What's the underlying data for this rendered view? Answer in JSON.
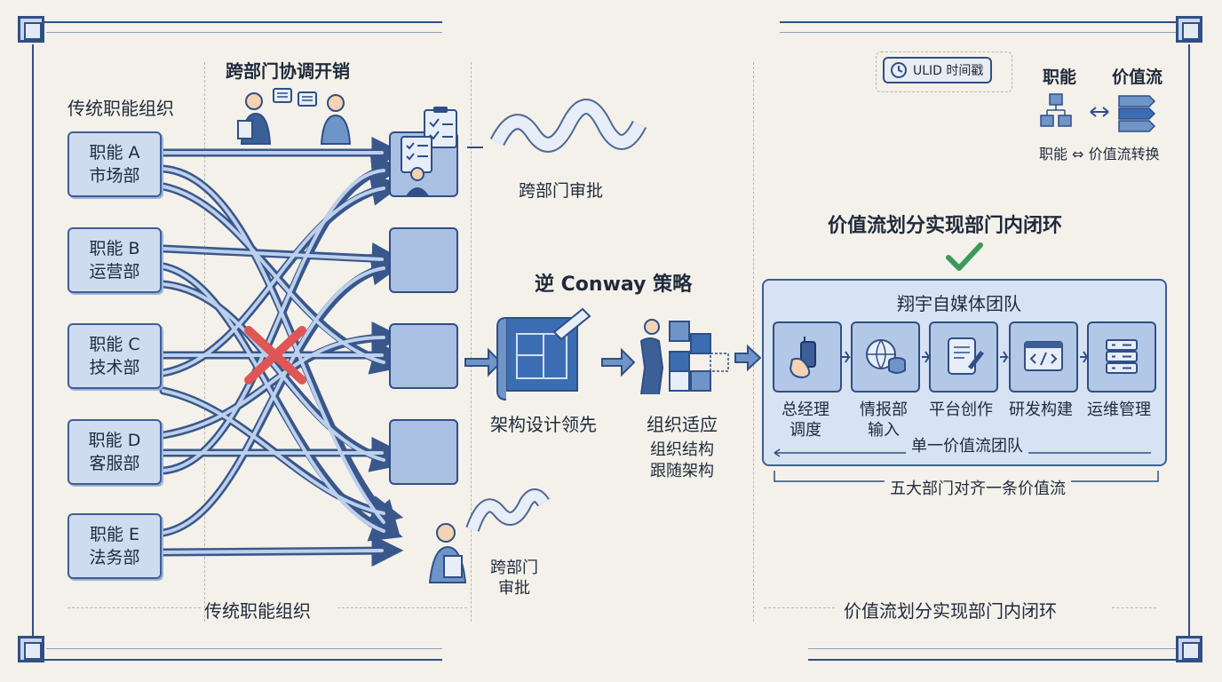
{
  "left_section": {
    "heading": "传统职能组织",
    "bottom_caption": "传统职能组织",
    "coordination_overhead": "跨部门协调开销",
    "cross_approval_top": "跨部门审批",
    "cross_approval_bottom": "跨部门\n审批",
    "functions": [
      {
        "name": "职能 A",
        "dept": "市场部"
      },
      {
        "name": "职能 B",
        "dept": "运营部"
      },
      {
        "name": "职能 C",
        "dept": "技术部"
      },
      {
        "name": "职能 D",
        "dept": "客服部"
      },
      {
        "name": "职能 E",
        "dept": "法务部"
      }
    ]
  },
  "middle_section": {
    "strategy_title": "逆 Conway 策略",
    "step1": "架构设计领先",
    "step2": "组织适应",
    "step2_sub1": "组织结构",
    "step2_sub2": "跟随架构"
  },
  "right_section": {
    "badge": "ULID 时间戳",
    "legend_left": "职能",
    "legend_right": "价值流",
    "legend_caption": "职能 ⇔ 价值流转换",
    "heading": "价值流划分实现部门内闭环",
    "bottom_caption": "价值流划分实现部门内闭环",
    "team_name": "翔宇自媒体团队",
    "members": [
      {
        "label": "总经理\n调度",
        "icon": "walkie-talkie-icon"
      },
      {
        "label": "情报部\n输入",
        "icon": "globe-database-icon"
      },
      {
        "label": "平台创作",
        "icon": "tablet-pen-icon"
      },
      {
        "label": "研发构建",
        "icon": "code-window-icon"
      },
      {
        "label": "运维管理",
        "icon": "server-rack-icon"
      }
    ],
    "single_stream": "单一价值流团队",
    "alignment_caption": "五大部门对齐一条价值流"
  },
  "colors": {
    "primary": "#2f4f86",
    "box_fill": "#cfdcf0",
    "cross_red": "#e05555",
    "check_green": "#3a9a5a"
  }
}
